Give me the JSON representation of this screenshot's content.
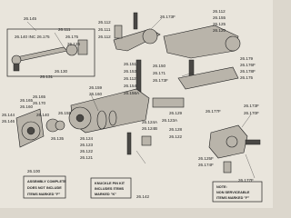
{
  "labels": {
    "l1": "26.145",
    "l2": "26.140 INC 26.175",
    "l3": "26.111",
    "l4": "26.175",
    "l5": "26.126",
    "l6": "26.130",
    "l7": "26.112",
    "l8": "26.111",
    "l9": "26.112",
    "l10": "26.173F",
    "l11": "26.112",
    "l12": "26.155",
    "l13": "26.125",
    "l14": "26.120",
    "l15": "26.150",
    "l16": "26.171",
    "l17": "26.173F",
    "l18": "26.179",
    "l19": "26.176F",
    "l20": "26.178F",
    "l21": "26.175",
    "l22": "26.151",
    "l23": "26.153",
    "l24": "26.112",
    "l25": "26.159",
    "l26": "26.160",
    "l27": "26.165",
    "l28": "26.170",
    "l29": "26.165",
    "l30": "26.160",
    "l31": "26.155",
    "l32": "26.154",
    "l33": "26.156A",
    "l34": "26.144",
    "l35": "26.146",
    "l36": "26.140",
    "l37": "26.135",
    "l38": "26.124",
    "l39": "26.123",
    "l40": "26.122",
    "l41": "26.121",
    "l42": "26.124A",
    "l43": "26.124B",
    "l44": "26.123A",
    "l45": "26.129",
    "l46": "26.128",
    "l47": "26.122",
    "l48": "26.177F",
    "l49": "26.173F",
    "l50": "26.170F",
    "l51": "26.125F",
    "l52": "26.174F",
    "l53": "26.177F",
    "l54": "26.100",
    "l55": "26.142",
    "l56": "26.131"
  },
  "notes": {
    "assembly_title": "ASSEMBLY COMPLETE",
    "assembly_line1": "DOES NOT INCLUDE",
    "assembly_line2": "ITEMS MARKED \"F\"",
    "knuckle_title": "KNUCKLE PIN KIT",
    "knuckle_line1": "INCLUDES ITEMS",
    "knuckle_line2": "MARKED \"K\"",
    "service_title": "NOTE:",
    "service_line1": "NON SERVICEABLE",
    "service_line2": "ITEMS MARKED \"F\""
  },
  "colors": {
    "paper": "#e9e5dc",
    "ink": "#1e1e1e",
    "metal": "#b9b4aa"
  }
}
